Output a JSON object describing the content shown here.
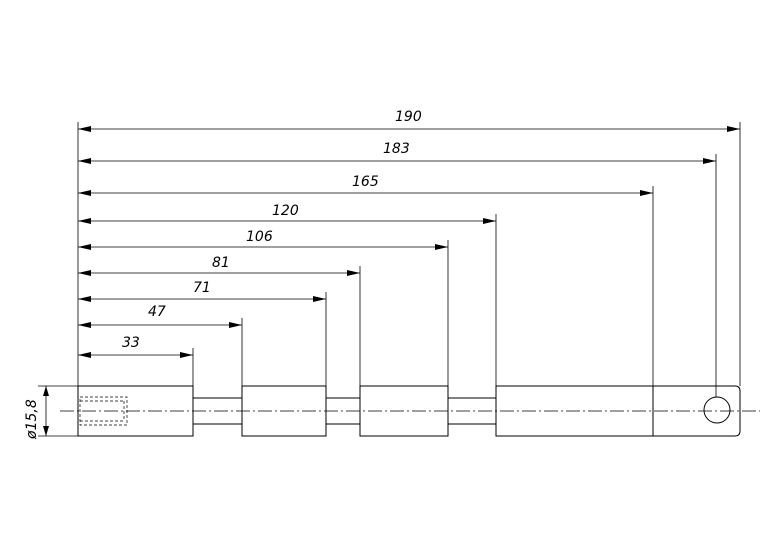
{
  "drawing": {
    "diameter_label": "ø15,8",
    "total_length": 190,
    "dimensions": [
      {
        "id": "dim-190",
        "label": "190",
        "value": 190
      },
      {
        "id": "dim-183",
        "label": "183",
        "value": 183
      },
      {
        "id": "dim-165",
        "label": "165",
        "value": 165
      },
      {
        "id": "dim-120",
        "label": "120",
        "value": 120
      },
      {
        "id": "dim-106",
        "label": "106",
        "value": 106
      },
      {
        "id": "dim-81",
        "label": "81",
        "value": 81
      },
      {
        "id": "dim-71",
        "label": "71",
        "value": 71
      },
      {
        "id": "dim-47",
        "label": "47",
        "value": 47
      },
      {
        "id": "dim-33",
        "label": "33",
        "value": 33
      }
    ]
  }
}
